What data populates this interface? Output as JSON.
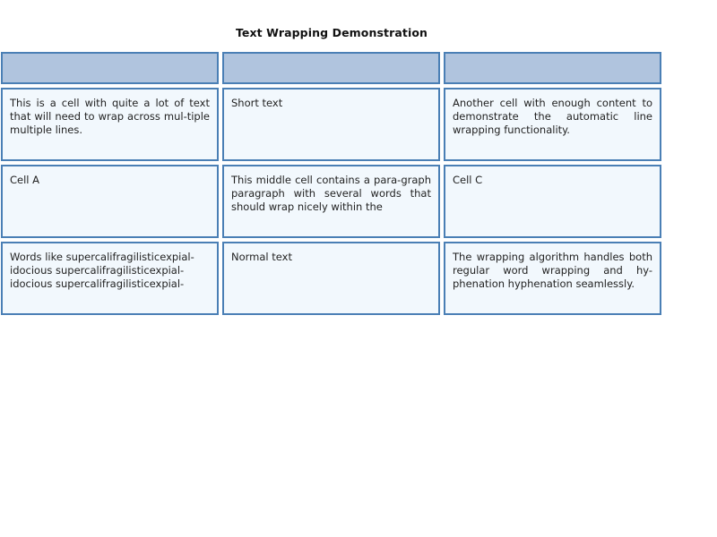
{
  "page": {
    "title": "Text Wrapping Demonstration"
  },
  "colors": {
    "header_fill": "#b0c4de",
    "body_fill": "#f2f8fd",
    "border": "#4a7fb5",
    "text": "#222222",
    "page_background": "#ffffff"
  },
  "table": {
    "columns": 3,
    "header": {
      "cells": [
        {
          "text": ""
        },
        {
          "text": ""
        },
        {
          "text": ""
        }
      ]
    },
    "rows": [
      {
        "cells": [
          {
            "text": "This is a cell with quite a lot of text that will need to wrap across mul-tiple multiple lines."
          },
          {
            "text": "Short text"
          },
          {
            "text": "Another cell with enough content to demonstrate the automatic line wrapping functionality."
          }
        ]
      },
      {
        "cells": [
          {
            "text": "Cell A"
          },
          {
            "text": "This middle cell contains a para-graph paragraph with several words that should wrap nicely within the"
          },
          {
            "text": "Cell C"
          }
        ]
      },
      {
        "cells": [
          {
            "text": "Words like supercalifragilisticexpial-idocious supercalifragilisticexpial-idocious supercalifragilisticexpial-"
          },
          {
            "text": "Normal text"
          },
          {
            "text": "The wrapping algorithm handles both regular word wrapping and hy-phenation hyphenation seamlessly."
          }
        ]
      }
    ]
  }
}
